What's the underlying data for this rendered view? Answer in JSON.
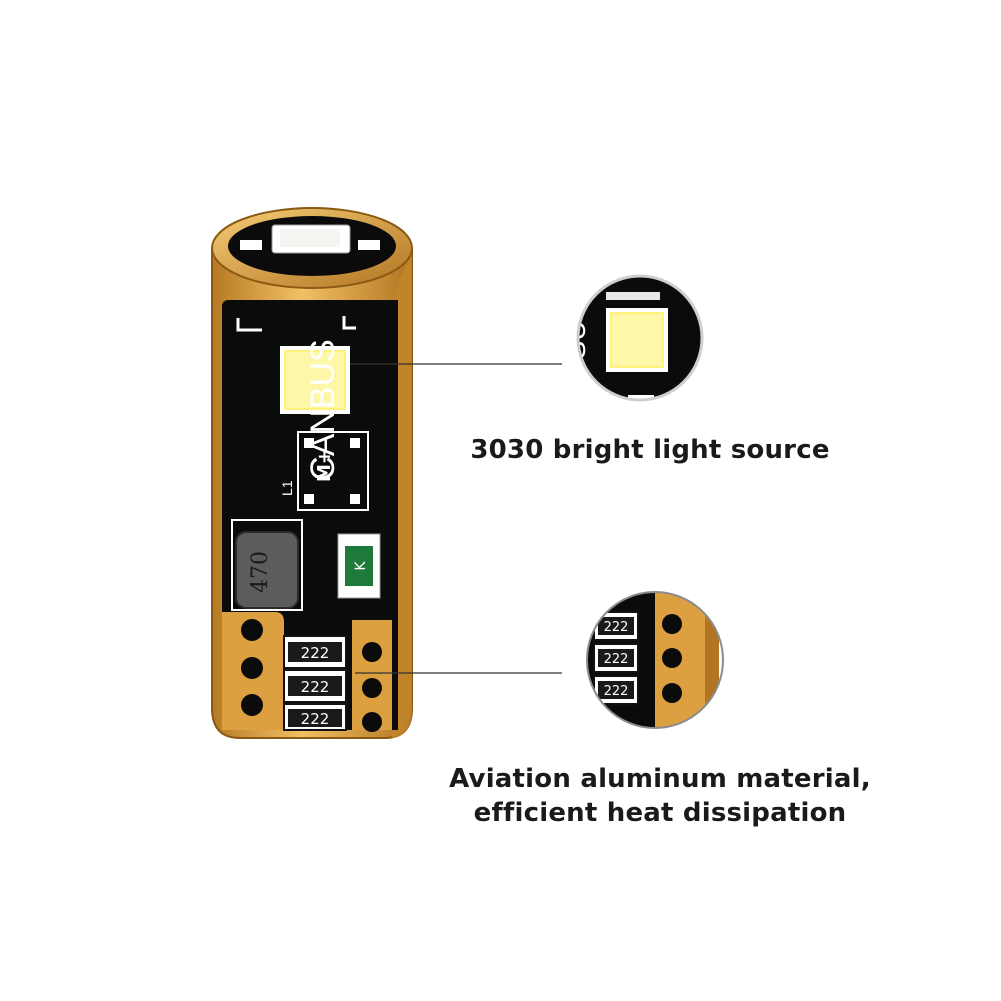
{
  "product": {
    "board_text": "CANBUS",
    "l1_label": "L1",
    "inductor_code": "470",
    "chip_code": "K",
    "ic_label": "M+",
    "resistor_codes": [
      "222",
      "222",
      "222"
    ]
  },
  "callouts": [
    {
      "caption": "3030 bright light source"
    },
    {
      "caption_lines": [
        "Aviation aluminum material,",
        "efficient heat dissipation"
      ]
    }
  ],
  "colors": {
    "gold": "#d79a35",
    "gold_dark": "#a86c1c",
    "board_black": "#0b0b0b",
    "led_yellow": "#fff27a",
    "background": "#ffffff"
  }
}
